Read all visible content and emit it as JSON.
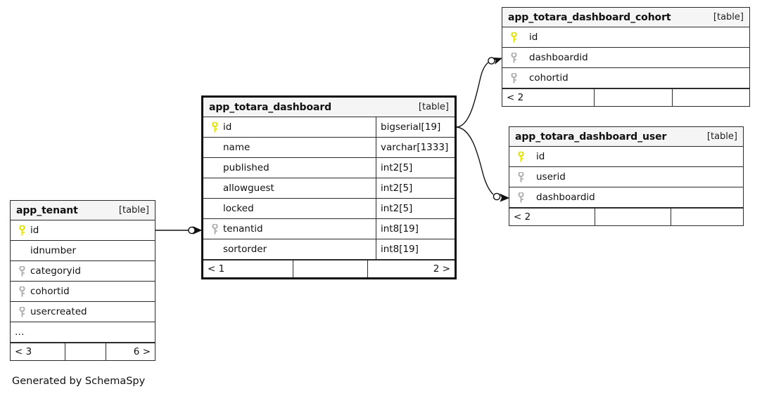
{
  "diagram": {
    "type": "entity-relationship-diagram",
    "generator_note": "Generated by SchemaSpy",
    "kind_label": "[table]",
    "colors": {
      "primary_key_icon": "#e8e800",
      "foreign_key_icon": "#b0b0b0",
      "header_background": "#f5f5f5",
      "border": "#2b2b2b",
      "text": "#111111"
    }
  },
  "tables": {
    "tenant": {
      "title": "app_tenant",
      "kind": "[table]",
      "columns": [
        {
          "name": "id",
          "key": "primary",
          "type": ""
        },
        {
          "name": "idnumber",
          "key": "none",
          "type": ""
        },
        {
          "name": "categoryid",
          "key": "foreign",
          "type": ""
        },
        {
          "name": "cohortid",
          "key": "foreign",
          "type": ""
        },
        {
          "name": "usercreated",
          "key": "foreign",
          "type": ""
        },
        {
          "name": "…",
          "key": "none",
          "type": ""
        }
      ],
      "footer": [
        "< 3",
        "",
        "6 >"
      ]
    },
    "dashboard": {
      "title": "app_totara_dashboard",
      "kind": "[table]",
      "columns": [
        {
          "name": "id",
          "key": "primary",
          "type": "bigserial[19]"
        },
        {
          "name": "name",
          "key": "none",
          "type": "varchar[1333]"
        },
        {
          "name": "published",
          "key": "none",
          "type": "int2[5]"
        },
        {
          "name": "allowguest",
          "key": "none",
          "type": "int2[5]"
        },
        {
          "name": "locked",
          "key": "none",
          "type": "int2[5]"
        },
        {
          "name": "tenantid",
          "key": "foreign",
          "type": "int8[19]"
        },
        {
          "name": "sortorder",
          "key": "none",
          "type": "int8[19]"
        }
      ],
      "footer": [
        "< 1",
        "",
        "2 >"
      ]
    },
    "dashboard_cohort": {
      "title": "app_totara_dashboard_cohort",
      "kind": "[table]",
      "columns": [
        {
          "name": "id",
          "key": "primary",
          "type": ""
        },
        {
          "name": "dashboardid",
          "key": "foreign",
          "type": ""
        },
        {
          "name": "cohortid",
          "key": "foreign",
          "type": ""
        }
      ],
      "footer": [
        "< 2",
        "",
        ""
      ]
    },
    "dashboard_user": {
      "title": "app_totara_dashboard_user",
      "kind": "[table]",
      "columns": [
        {
          "name": "id",
          "key": "primary",
          "type": ""
        },
        {
          "name": "userid",
          "key": "foreign",
          "type": ""
        },
        {
          "name": "dashboardid",
          "key": "foreign",
          "type": ""
        }
      ],
      "footer": [
        "< 2",
        "",
        ""
      ]
    }
  },
  "relationships": [
    {
      "from_table": "app_tenant",
      "from_column": "id",
      "to_table": "app_totara_dashboard",
      "to_column": "tenantid"
    },
    {
      "from_table": "app_totara_dashboard",
      "from_column": "id",
      "to_table": "app_totara_dashboard_cohort",
      "to_column": "dashboardid"
    },
    {
      "from_table": "app_totara_dashboard",
      "from_column": "id",
      "to_table": "app_totara_dashboard_user",
      "to_column": "dashboardid"
    }
  ]
}
